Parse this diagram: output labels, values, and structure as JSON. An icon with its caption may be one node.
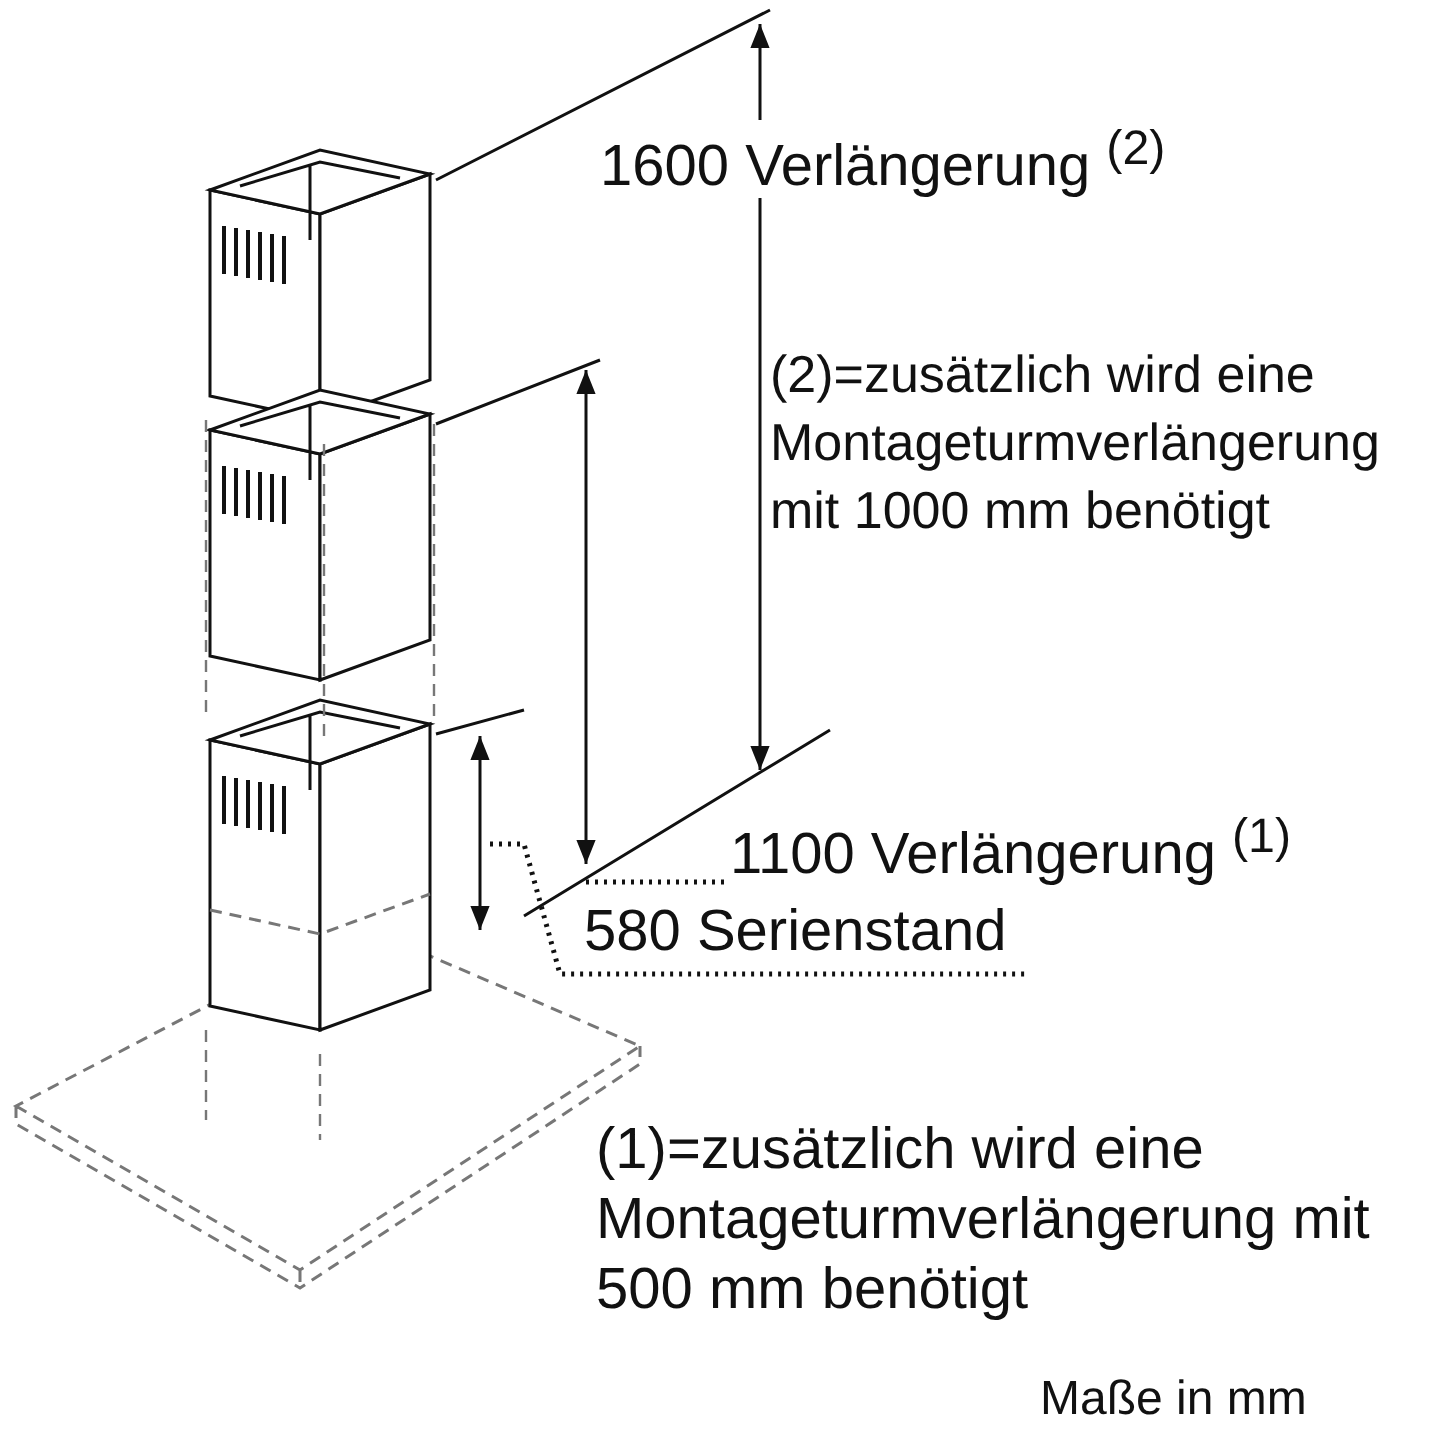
{
  "diagram": {
    "labels": [
      "1600 Verlängerung $^{(2)}$",
      "(2)=zusätzlich wird eine Montageturmverlängerung mit 1000 mm benötigt",
      "1100 Verlängerung $^{(1)}$",
      "580 Serienstand",
      "(1)=zusätzlich wird eine Montageturmverlängerung mit 500 mm benötigt",
      "Maße in mm"
    ]
  }
}
